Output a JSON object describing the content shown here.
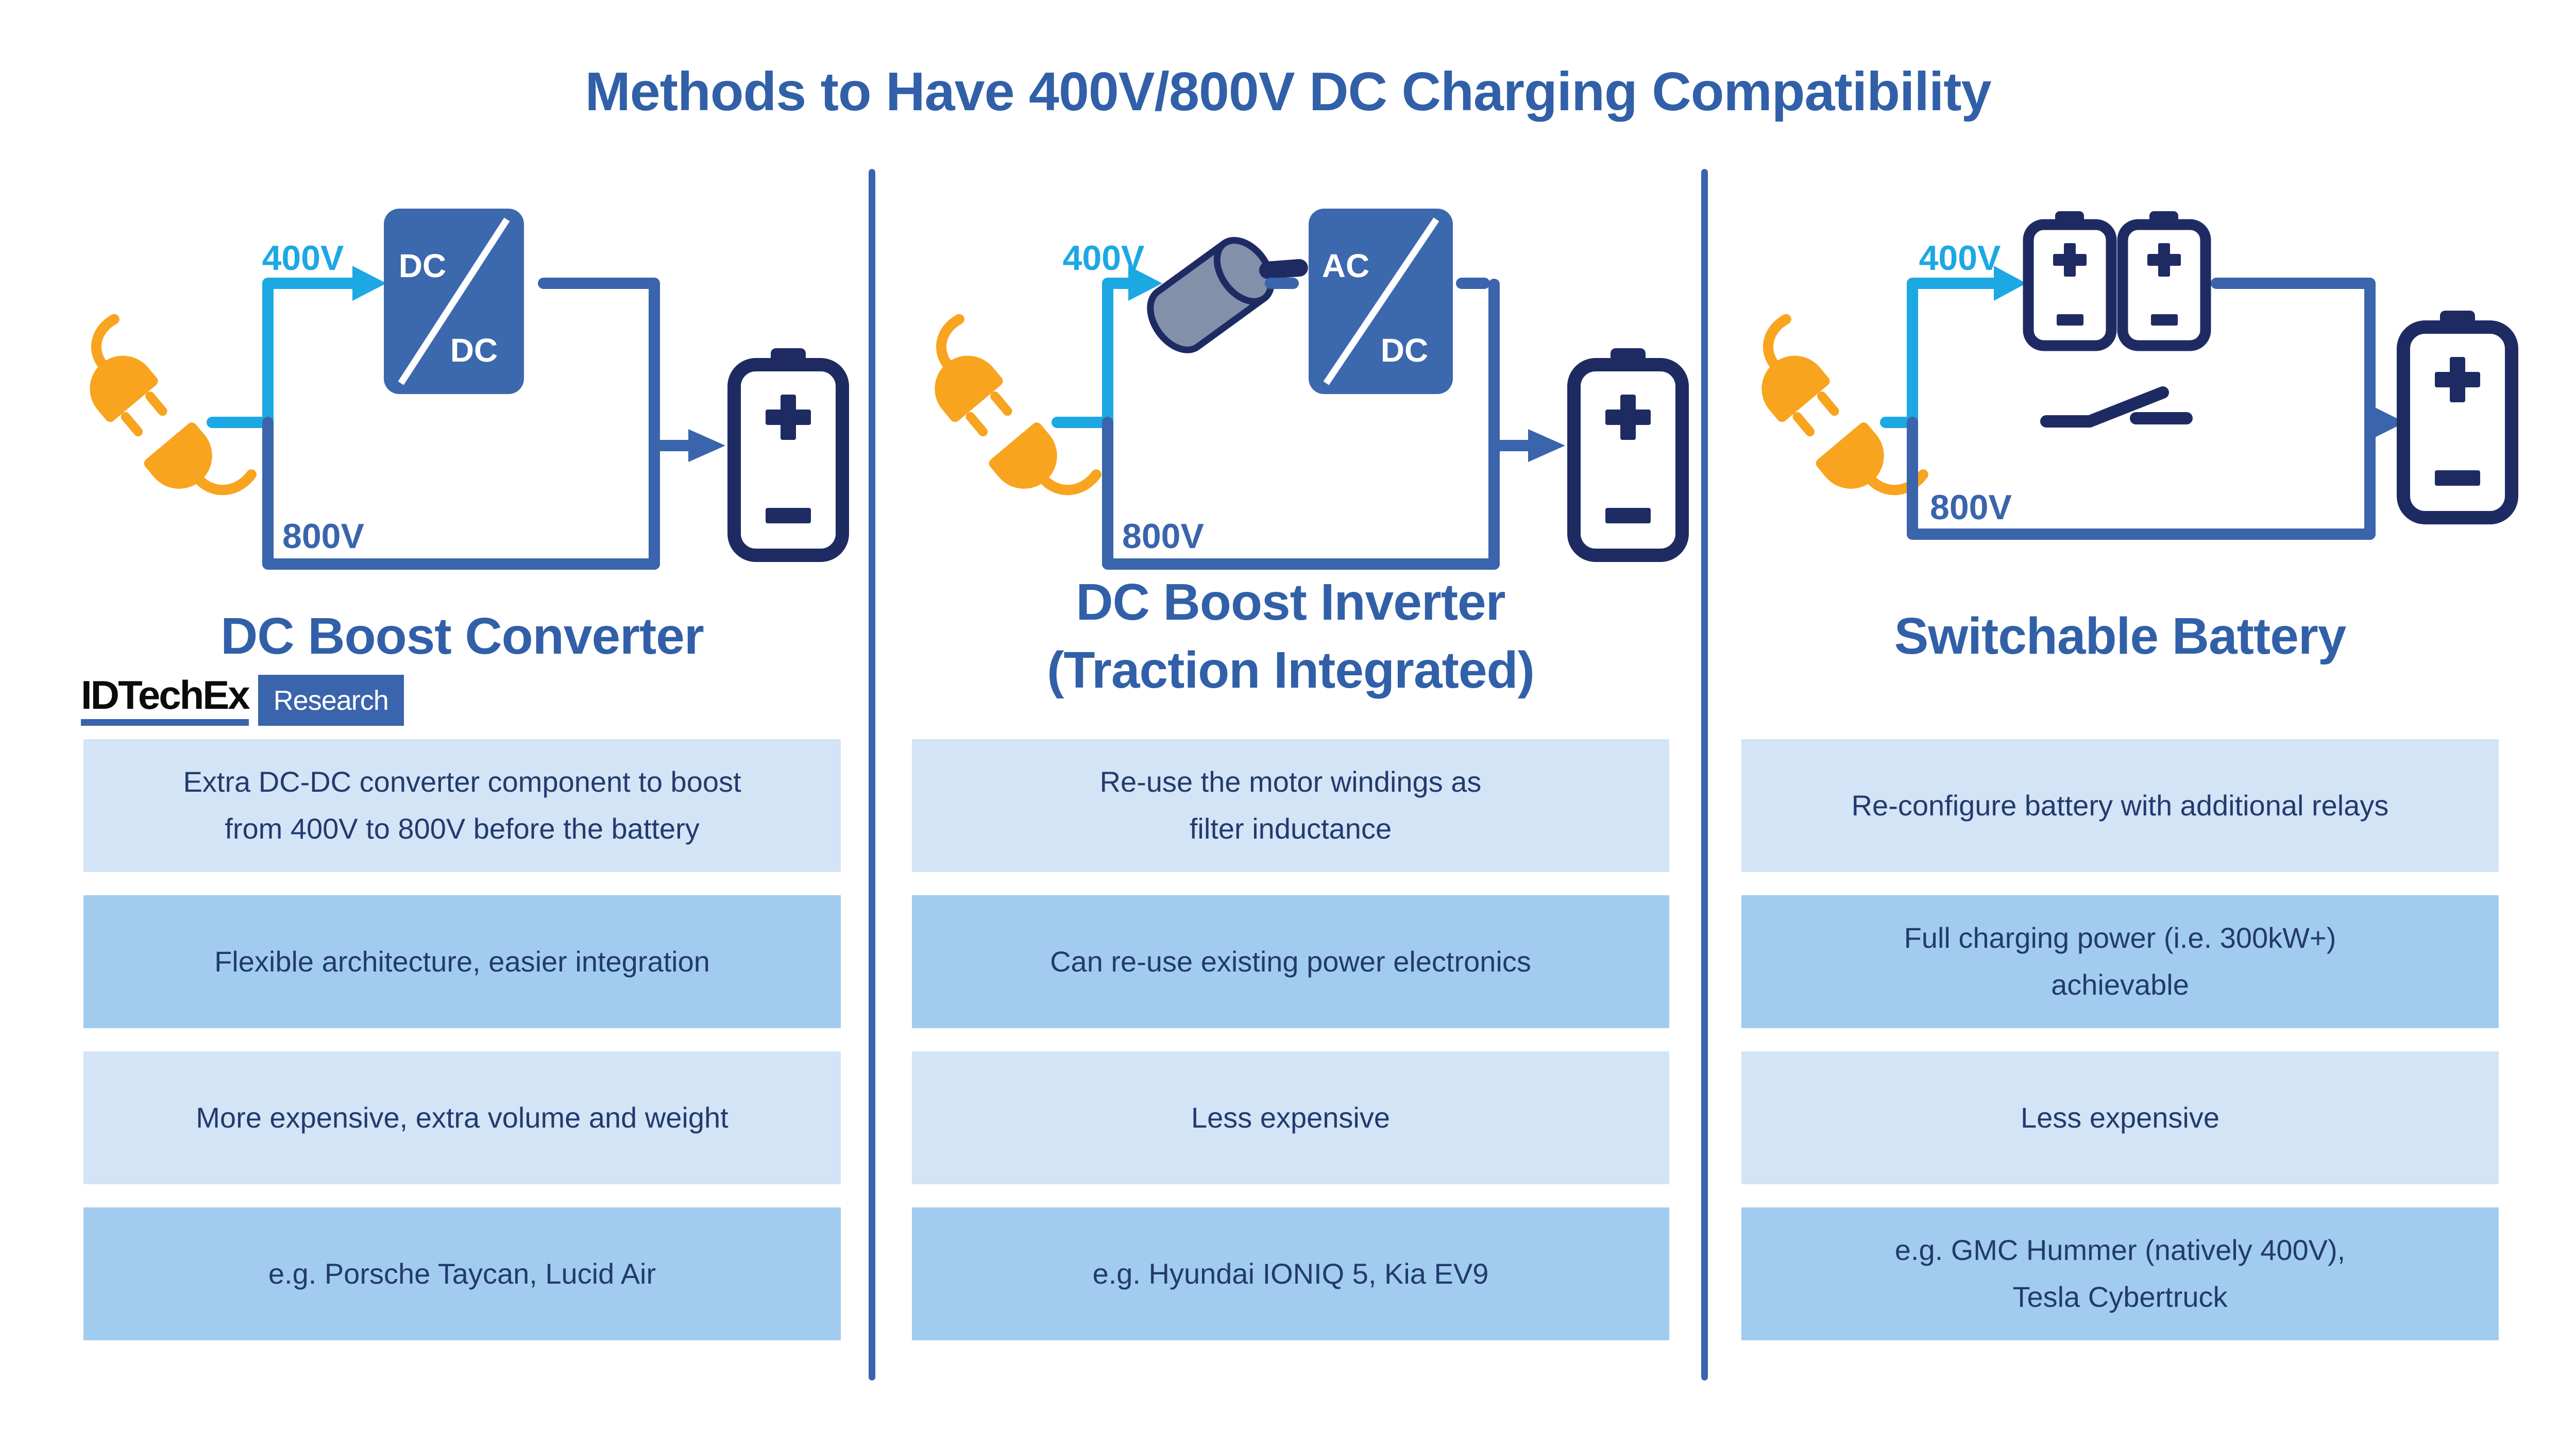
{
  "title": "Methods to Have 400V/800V DC Charging Compatibility",
  "logo": {
    "brand": "IDTechEx",
    "product": "Research"
  },
  "colors": {
    "heading_blue": "#3160A8",
    "circuit_blue": "#3A64AC",
    "cyan_accent": "#1CA8E3",
    "navy": "#1E2B63",
    "plug_orange": "#F8A41E",
    "motor_gray": "#8290AA",
    "box_light": "#D3E4F6",
    "box_dark": "#A1CCEF",
    "box_text_navy": "#233A6E"
  },
  "columns": [
    {
      "heading_lines": [
        "DC Boost Converter"
      ],
      "diagram": {
        "input_voltage": "400V",
        "loop_voltage": "800V",
        "converter_top": "DC",
        "converter_bottom": "DC"
      },
      "rows": [
        [
          "Extra DC-DC converter component to boost",
          "from 400V to 800V before the battery"
        ],
        [
          "Flexible architecture, easier integration"
        ],
        [
          "More expensive, extra volume and weight"
        ],
        [
          "e.g. Porsche Taycan, Lucid Air"
        ]
      ]
    },
    {
      "heading_lines": [
        "DC Boost Inverter",
        "(Traction Integrated)"
      ],
      "diagram": {
        "input_voltage": "400V",
        "loop_voltage": "800V",
        "converter_top": "AC",
        "converter_bottom": "DC"
      },
      "rows": [
        [
          "Re-use the motor windings as",
          "filter inductance"
        ],
        [
          "Can re-use existing power electronics"
        ],
        [
          "Less expensive"
        ],
        [
          "e.g. Hyundai IONIQ 5, Kia EV9"
        ]
      ]
    },
    {
      "heading_lines": [
        "Switchable Battery"
      ],
      "diagram": {
        "input_voltage": "400V",
        "loop_voltage": "800V"
      },
      "rows": [
        [
          "Re-configure battery with additional relays"
        ],
        [
          "Full charging power (i.e. 300kW+)",
          "achievable"
        ],
        [
          "Less expensive"
        ],
        [
          "e.g. GMC Hummer (natively 400V),",
          "Tesla Cybertruck"
        ]
      ]
    }
  ]
}
